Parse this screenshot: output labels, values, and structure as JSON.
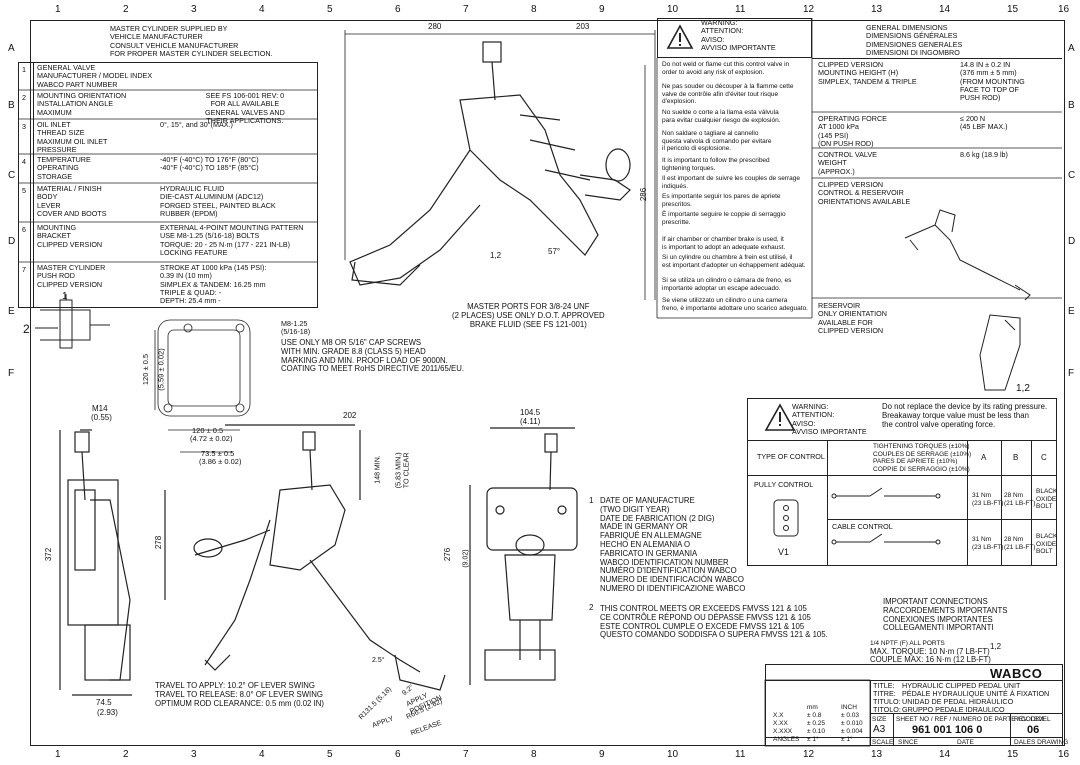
{
  "grid": {
    "cols": [
      "1",
      "2",
      "3",
      "4",
      "5",
      "6",
      "7",
      "8",
      "9",
      "10",
      "11",
      "12",
      "13",
      "14",
      "15",
      "16"
    ],
    "rows": [
      "A",
      "B",
      "C",
      "D",
      "E",
      "F"
    ]
  },
  "master_cylinder_note": "MASTER CYLINDER SUPPLIED BY\nVEHICLE MANUFACTURER\nCONSULT VEHICLE MANUFACTURER\nFOR PROPER MASTER CYLINDER SELECTION.",
  "spec_table": [
    {
      "n": "1",
      "label": "GENERAL VALVE\nMANUFACTURER / MODEL INDEX\nWABCO PART NUMBER",
      "value": ""
    },
    {
      "n": "2",
      "label": "MOUNTING ORIENTATION\nINSTALLATION ANGLE\nMAXIMUM",
      "value": "SEE FS 106-001 REV: 0\nFOR ALL AVAILABLE\nGENERAL VALVES AND\nTHEIR APPLICATIONS."
    },
    {
      "n": "3",
      "label": "OIL INLET\nTHREAD SIZE\nMAXIMUM OIL INLET\nPRESSURE",
      "value": "0°, 15°, and 30°(MAX.)"
    },
    {
      "n": "4",
      "label": "TEMPERATURE\nOPERATING\nSTORAGE",
      "value": "-40°F (-40°C) TO 176°F (80°C)\n-40°F (-40°C) TO 185°F (85°C)"
    },
    {
      "n": "5",
      "label": "MATERIAL / FINISH\nBODY\nLEVER\nCOVER AND BOOTS",
      "value": "HYDRAULIC FLUID\nDIE-CAST ALUMINUM (ADC12)\nFORGED STEEL, PAINTED BLACK\nRUBBER (EPDM)"
    },
    {
      "n": "6",
      "label": "MOUNTING\nBRACKET\nCLIPPED VERSION",
      "value": "EXTERNAL 4-POINT MOUNTING PATTERN\nUSE M8-1.25 (5/16-18) BOLTS\nTORQUE: 20 - 25 N·m (177 - 221 IN-LB)\nLOCKING FEATURE"
    },
    {
      "n": "7",
      "label": "MASTER CYLINDER\nPUSH ROD\nCLIPPED VERSION",
      "value": "STROKE AT 1000 kPa (145 PSI):\n0.39 IN (10 mm)\nSIMPLEX & TANDEM: 16.25 mm\nTRIPLE & QUAD: -\nDEPTH: 25.4 mm -"
    }
  ],
  "warning": {
    "title": "WARNING:\nATTENTION:\nAVISO:\nAVVISO IMPORTANTE",
    "paragraphs": [
      "Do not weld or flame cut this control valve in\norder to avoid any risk of explosion.",
      "Ne pas souder ou découper à la flamme cette\nvalve de contrôle afin d'éviter tout risque\nd'explosion.",
      "No suelde o corte a la llama esta válvula\npara evitar cualquier riesgo de explosión.",
      "Non saldare o tagliare al cannello\nquesta valvola di comando per evitare\nil pericolo di esplosione.",
      "It is important to follow the prescribed\ntightening torques.",
      "Il est important de suivre les couples de serrage\nindiqués.",
      "Es importante seguir los pares de apriete\nprescritos.",
      "È importante seguire le coppie di serraggio\nprescritte.",
      "If air chamber or chamber brake is used, it\nis important to adopt an adequate exhaust.",
      "Si un cylindre ou chambre à frein est utilisé, il\nest important d'adopter un échappement adéquat.",
      "Si se utiliza un cilindro o cámara de freno, es\nimportante adoptar un escape adecuado.",
      "Se viene utilizzato un cilindro o una camera\nfreno, è importante adottare uno scarico adeguato."
    ]
  },
  "general_dims": {
    "title": "GENERAL DIMENSIONS\nDIMENSIONS GÉNÉRALES\nDIMENSIONES GENERALES\nDIMENSIONI DI INGOMBRO",
    "rows": [
      {
        "label": "CLIPPED VERSION\nMOUNTING HEIGHT (H)\nSIMPLEX, TANDEM & TRIPLE",
        "value": "14.8 IN ± 0.2 IN\n(376 mm ± 5 mm)\n(FROM MOUNTING\nFACE TO TOP OF\nPUSH ROD)"
      },
      {
        "label": "OPERATING FORCE\nAT 1000 kPa\n(145 PSI)\n(ON PUSH ROD)",
        "value": "≤ 200 N\n(45 LBF MAX.)"
      },
      {
        "label": "CONTROL VALVE\nWEIGHT\n(APPROX.)",
        "value": "8.6 kg (18.9 lb)"
      },
      {
        "label": "CLIPPED VERSION\nCONTROL & RESERVOIR\nORIENTATIONS AVAILABLE",
        "value": ""
      },
      {
        "label": "RESERVOIR\nONLY ORIENTATION\nAVAILABLE FOR\nCLIPPED VERSION",
        "value": ""
      }
    ]
  },
  "top_view": {
    "dim_280": "280",
    "dim_203": "203",
    "dim_286": "286",
    "angle": "57°",
    "callout": "1,2",
    "ports_note": "MASTER PORTS FOR 3/8-24 UNF\n(2 PLACES) USE ONLY D.O.T. APPROVED\nBRAKE FLUID (SEE FS 121-001)"
  },
  "reservoir_callout": "1,2",
  "mount_plate": {
    "bolt": "M8-1.25\n(5/16-18)",
    "note": "USE ONLY M8 OR 5/16\" CAP SCREWS\nWITH MIN. GRADE 8.8 (CLASS 5) HEAD\nMARKING AND MIN. PROOF LOAD OF 9000N.\nCOATING TO MEET RoHS DIRECTIVE 2011/65/EU.",
    "h1": "120 ± 0.5",
    "h2": "(4.72 ± 0.02)",
    "v1": "120 ± 0.5",
    "v2": "(5.59 ± 0.02)",
    "w1": "73.5 ± 0.5",
    "w2": "(3.86 ± 0.02)"
  },
  "side_view": {
    "m14": "M14",
    "m14b": "(0.55)",
    "h372": "372",
    "w745": "74.5",
    "w745b": "(2.93)"
  },
  "iso_view": {
    "d202": "202",
    "d278": "278",
    "d148": "148 MIN.",
    "d148b": "(5.83 MIN.)\nTO CLEAR",
    "r1315": "R131.5 (5.18)",
    "apply": "APPLY",
    "r665": "R66.5 (2.62)",
    "release": "RELEASE",
    "a25": "2.5°",
    "a92": "9.2°",
    "apply_pos": "APPLY\nPOSITION",
    "travel": "TRAVEL TO APPLY: 10.2° OF LEVER SWING\nTRAVEL TO RELEASE: 8.0° OF LEVER SWING\nOPTIMUM ROD CLEARANCE: 0.5 mm (0.02 IN)"
  },
  "front_view": {
    "w1045": "104.5",
    "w1045b": "(4.11)",
    "h276": "276",
    "h276b": "(9.02)"
  },
  "notes": {
    "n1": "DATE OF MANUFACTURE\n(TWO DIGIT YEAR)\nDATE DE FABRICATION (2 DIG)\nMADE IN GERMANY OR\nFABRIQUÉ EN ALLEMAGNE\nHECHO EN ALEMANIA O\nFABRICATO IN GERMANIA\nWABCO IDENTIFICATION NUMBER\nNUMÉRO D'IDENTIFICATION WABCO\nNUMERO DE IDENTIFICACIÓN WABCO\nNUMERO DI IDENTIFICAZIONE WABCO",
    "n2": "THIS CONTROL MEETS OR EXCEEDS FMVSS 121 & 105\nCE CONTRÔLE RÉPOND OU DÉPASSE FMVSS 121 & 105\nESTE CONTROL CUMPLE O EXCEDE FMVSS 121 & 105\nQUESTO COMANDO SODDISFA O SUPERA FMVSS 121 & 105."
  },
  "torque_warning": {
    "title": "WARNING:\nATTENTION:\nAVISO:\nAVVISO IMPORTANTE",
    "text": "Do not replace the device by its rating pressure.\nBreakaway torque value must be less than\nthe control valve operating force.",
    "type_of_control": "TYPE OF CONTROL",
    "torque_hdr": "TIGHTENING TORQUES (±10%)\nCOUPLES DE SERRAGE (±10%)\nPARES DE APRIETE (±10%)\nCOPPIE DI SERRAGGIO (±10%)",
    "cols": [
      "A",
      "B",
      "C"
    ],
    "pully": "PULLY CONTROL",
    "cable": "CABLE CONTROL",
    "v1": "V1",
    "row1": [
      "31 Nm\n(23 LB-FT)",
      "28 Nm\n(21 LB-FT)",
      "BLACK\nOXIDE\nBOLT"
    ],
    "row2": [
      "31 Nm\n(23 LB-FT)",
      "28 Nm\n(21 LB-FT)",
      "BLACK\nOXIDE\nBOLT"
    ]
  },
  "connections": {
    "title": "IMPORTANT CONNECTIONS\nRACCORDEMENTS IMPORTANTS\nCONEXIONES IMPORTANTES\nCOLLEGAMENTI IMPORTANTI",
    "line1": "1/4 NPTF (F) ALL PORTS",
    "line2": "MAX. TORQUE: 10 N·m (7 LB-FT)",
    "line3": "COUPLE MAX: 16 N·m (12 LB-FT)",
    "callout": "1,2"
  },
  "title_block": {
    "logo": "WABCO",
    "titles": [
      "TITLE:",
      "TITRE:",
      "TITULO:",
      "TITOLO:"
    ],
    "names": [
      "HYDRAULIC CLIPPED PEDAL UNIT",
      "PÉDALE HYDRAULIQUE UNITÉ À FIXATION",
      "UNIDAD DE PEDAL HIDRÁULICO",
      "GRUPPO PEDALE IDRAULICO"
    ],
    "size_label": "SIZE",
    "size": "A3",
    "sheet_label": "SHEET NO / REF / NUMERO DE PARTE / CODICE",
    "part_no": "961 001 106 0",
    "rev_label": "REV. LEVEL",
    "rev": "06",
    "scale": "SCALE",
    "since": "SINCE",
    "date": "DATE",
    "drawing": "DALES DRAWING",
    "tol_rows": [
      [
        "X.X",
        "± 0.8",
        "± 0.03"
      ],
      [
        "X.XX",
        "± 0.25",
        "± 0.010"
      ],
      [
        "X.XXX",
        "± 0.10",
        "± 0.004"
      ],
      [
        "ANGLES",
        "± 1°",
        "± 1°"
      ]
    ],
    "tol_hdr": [
      "",
      "mm",
      "INCH"
    ]
  }
}
